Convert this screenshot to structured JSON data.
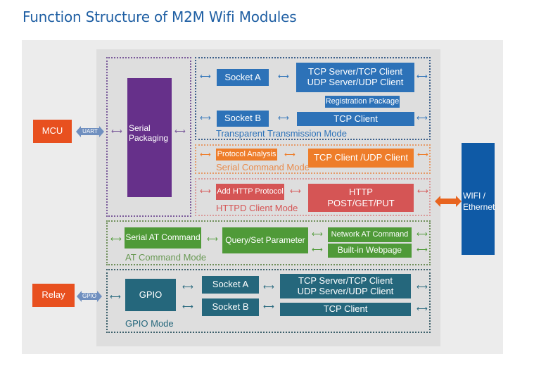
{
  "title": "Function Structure of M2M Wifi Modules",
  "colors": {
    "title": "#1f5fa3",
    "transparent_mode": "#2d72b8",
    "serial_command_mode": "#ee7d2a",
    "httpd_mode": "#d55555",
    "at_command_mode": "#4f9a38",
    "gpio_mode": "#25677c",
    "serial_packaging": "#66308a",
    "external_device": "#e8501f",
    "wifi_ethernet": "#0f5aa6"
  },
  "external": {
    "mcu": "MCU",
    "uart": "UART",
    "relay": "Relay",
    "gpio": "GPIO",
    "wifi": "WIFI /\nEthernet"
  },
  "serial_packaging": "Serial Packaging",
  "transparent": {
    "mode_label": "Transparent Transmission Mode",
    "socket_a": "Socket A",
    "socket_b": "Socket B",
    "servers_line1": "TCP Server/TCP Client",
    "servers_line2": "UDP Server/UDP Client",
    "registration": "Registration Package",
    "tcp_client": "TCP Client"
  },
  "serial_command": {
    "mode_label": "Serial Command Mode",
    "protocol_analysis": "Protocol Analysis",
    "client": "TCP Client /UDP Client"
  },
  "httpd": {
    "mode_label": "HTTPD Client Mode",
    "add_http": "Add HTTP Protocol",
    "http_line1": "HTTP",
    "http_line2": "POST/GET/PUT"
  },
  "at_command": {
    "mode_label": "AT Command Mode",
    "serial_at": "Serial AT Command",
    "query_set": "Query/Set Parameter",
    "network_at": "Network AT Command",
    "webpage": "Built-in Webpage"
  },
  "gpio_mode": {
    "mode_label": "GPIO Mode",
    "gpio": "GPIO",
    "socket_a": "Socket A",
    "socket_b": "Socket B",
    "servers_line1": "TCP Server/TCP Client",
    "servers_line2": "UDP Server/UDP Client",
    "tcp_client": "TCP Client"
  },
  "arrow_glyph": "⟷"
}
